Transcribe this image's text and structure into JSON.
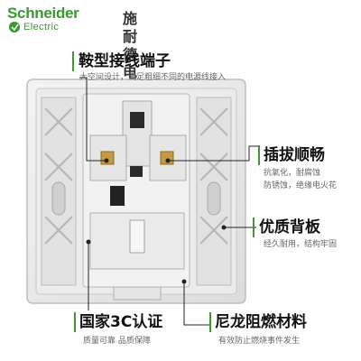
{
  "brand": {
    "name_en": "Schneider",
    "name_en_sub": "Electric",
    "name_cn": "施耐德电气",
    "accent_color": "#3a9a2f"
  },
  "callouts": {
    "terminal": {
      "title": "鞍型接线端子",
      "desc": "大空间设计，满足粗细不同的电源线接入"
    },
    "plug": {
      "title": "插拔顺畅",
      "desc_line1": "抗氧化，耐腐蚀",
      "desc_line2": "防锈蚀，绝缘电火花"
    },
    "backplate": {
      "title": "优质背板",
      "desc": "经久耐用，结构牢固"
    },
    "ccc": {
      "title": "国家3C认证",
      "desc": "质量可靠  品质保障"
    },
    "nylon": {
      "title": "尼龙阻燃材料",
      "desc": "有效防止燃烧事件发生"
    }
  }
}
